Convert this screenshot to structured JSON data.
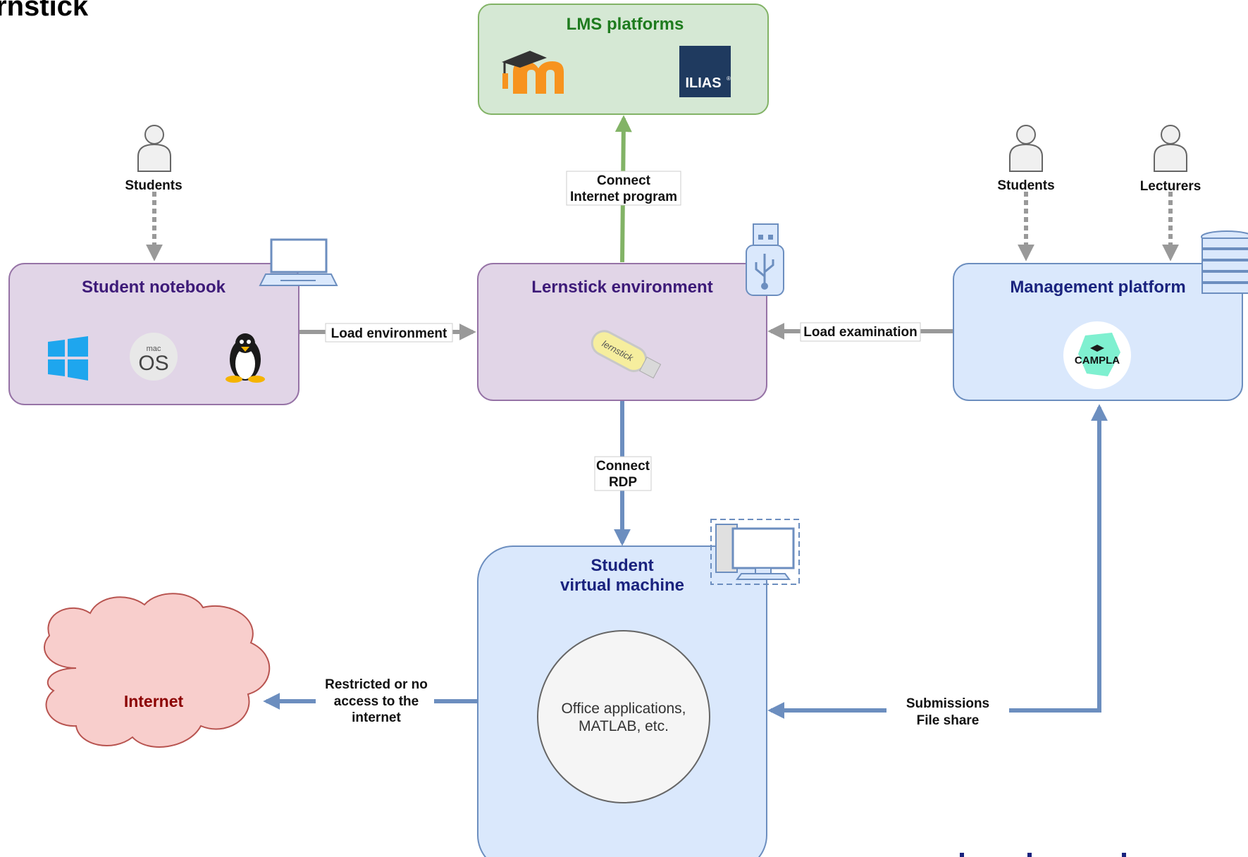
{
  "header": {
    "title_fragment": "rnstick"
  },
  "colors": {
    "purple_fill": "#e1d5e7",
    "purple_stroke": "#9673a6",
    "purple_text": "#3d1a78",
    "blue_fill": "#dae8fc",
    "blue_stroke": "#6c8ebf",
    "blue_text": "#1a237e",
    "green_fill": "#d5e8d4",
    "green_stroke": "#82b366",
    "green_text": "#1e7b1e",
    "red_fill": "#f8cecc",
    "red_stroke": "#b85450",
    "red_text": "#8b0000",
    "gray_arrow": "#999999",
    "blue_arrow": "#6c8ebf",
    "green_arrow": "#82b366"
  },
  "boxes": {
    "lms": {
      "title": "LMS platforms",
      "logos": [
        "moodle-logo",
        "ilias-logo"
      ],
      "ilias_text": "ILIAS",
      "ilias_reg": "®"
    },
    "notebook": {
      "title": "Student notebook",
      "icon": "laptop-icon",
      "os_icons": [
        "windows-logo",
        "macos-logo",
        "linux-tux-logo"
      ],
      "macos_small": "mac",
      "macos_big": "OS"
    },
    "lernstick": {
      "title": "Lernstick environment",
      "icon": "usb-drive-icon",
      "stick_text": "lernstick"
    },
    "management": {
      "title": "Management platform",
      "icon": "server-icon",
      "campla_text": "CAMPLA"
    },
    "vm": {
      "title_line1": "Student",
      "title_line2": "virtual machine",
      "icon": "desktop-computer-icon",
      "apps_line1": "Office applications,",
      "apps_line2": "MATLAB, etc."
    },
    "internet": {
      "title": "Internet"
    }
  },
  "actors": {
    "students_left": "Students",
    "students_right": "Students",
    "lecturers": "Lecturers"
  },
  "edges": {
    "load_environment": "Load environment",
    "load_examination": "Load examination",
    "connect_internet_line1": "Connect",
    "connect_internet_line2": "Internet program",
    "connect_rdp_line1": "Connect",
    "connect_rdp_line2": "RDP",
    "restricted_line1": "Restricted or no",
    "restricted_line2": "access to the",
    "restricted_line3": "internet",
    "submissions_line1": "Submissions",
    "submissions_line2": "File share"
  }
}
